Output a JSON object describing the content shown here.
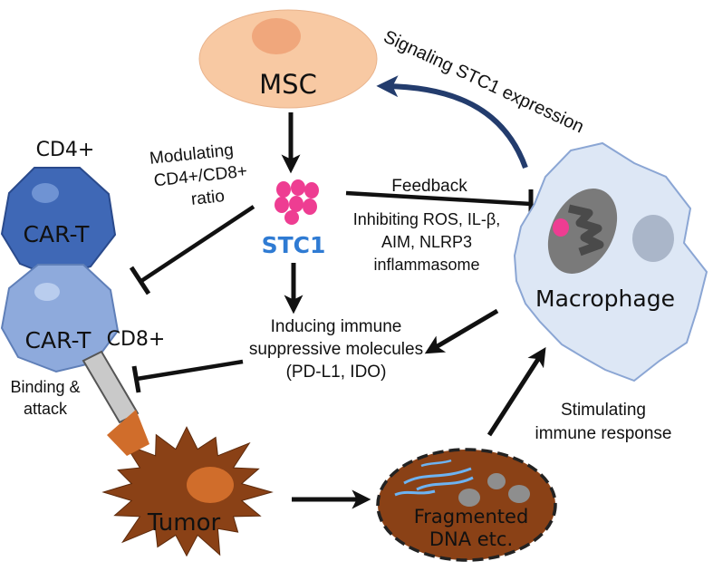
{
  "nodes": {
    "msc": "MSC",
    "stc1": "STC1",
    "cd4": "CD4+",
    "cart_top": "CAR-T",
    "cart_bottom": "CAR-T",
    "cd8": "CD8+",
    "macrophage": "Macrophage",
    "tumor": "Tumor",
    "fragment_line1": "Fragmented",
    "fragment_line2": "DNA etc."
  },
  "labels": {
    "signaling": "Signaling STC1 expression",
    "modulating_1": "Modulating",
    "modulating_2": "CD4+/CD8+",
    "modulating_3": "ratio",
    "feedback": "Feedback",
    "inhibiting_1": "Inhibiting ROS, IL-β,",
    "inhibiting_2": "AIM, NLRP3",
    "inhibiting_3": "inflammasome",
    "inducing_1": "Inducing immune",
    "inducing_2": "suppressive molecules",
    "inducing_3": "(PD-L1, IDO)",
    "binding_1": "Binding &",
    "binding_2": "attack",
    "stimulating_1": "Stimulating",
    "stimulating_2": "immune response"
  },
  "colors": {
    "msc_fill": "#f8c9a3",
    "msc_nucleus": "#f0a77c",
    "stc1_dots": "#ee3d92",
    "stc1_text": "#2f7bd3",
    "cart_top_fill": "#3f68b6",
    "cart_bottom_fill": "#8eaadc",
    "macrophage_fill": "#dde7f5",
    "mitochondria": "#7a7a7a",
    "tumor_fill": "#8a4116",
    "fragment_fill": "#8a4116",
    "dna_strand": "#6db3f2",
    "signal_arrow": "#233c6d",
    "arrow": "#111111"
  }
}
